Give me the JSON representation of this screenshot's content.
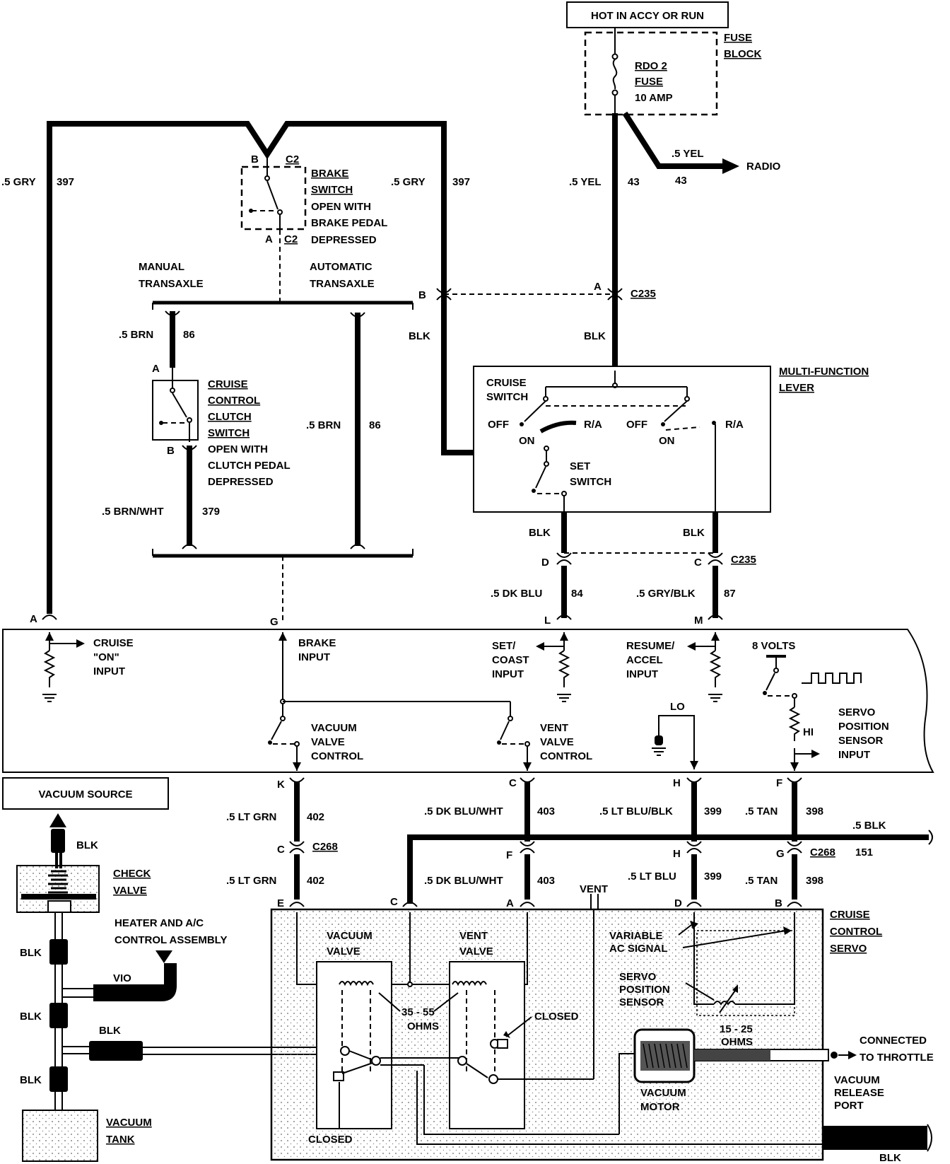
{
  "power": {
    "hot_label": "HOT IN ACCY OR RUN"
  },
  "fuse": {
    "block_line1": "FUSE",
    "block_line2": "BLOCK",
    "name_line1": "RDO 2",
    "name_line2": "FUSE",
    "rating": "10 AMP"
  },
  "radio": {
    "label": "RADIO",
    "wire_gauge": ".5 YEL",
    "circuit": "43"
  },
  "wires": {
    "gry_left": ".5 GRY",
    "gry_left_num": "397",
    "gry_mid": ".5 GRY",
    "gry_mid_num": "397",
    "yel": ".5 YEL",
    "yel_num": "43",
    "brn_left": ".5 BRN",
    "brn_left_num": "86",
    "brn_mid": ".5 BRN",
    "brn_mid_num": "86",
    "brnwht": ".5 BRN/WHT",
    "brnwht_num": "379",
    "blk_b": "BLK",
    "blk_a": "BLK",
    "blk_d": "BLK",
    "blk_c": "BLK",
    "dkblu": ".5 DK BLU",
    "dkblu_num": "84",
    "grayblk": ".5 GRY/BLK",
    "grayblk_num": "87",
    "ltgrn_top": ".5 LT GRN",
    "ltgrn_top_num": "402",
    "ltgrn_bot": ".5 LT GRN",
    "ltgrn_bot_num": "402",
    "dkbluwht_top": ".5 DK BLU/WHT",
    "dkbluwht_top_num": "403",
    "dkbluwht_bot": ".5 DK BLU/WHT",
    "dkbluwht_bot_num": "403",
    "ltblublk": ".5 LT BLU/BLK",
    "ltblublk_num": "399",
    "ltblu": ".5 LT BLU",
    "ltblu_num": "399",
    "tan_top": ".5 TAN",
    "tan_top_num": "398",
    "tan_bot": ".5 TAN",
    "tan_bot_num": "398",
    "blk_ground": ".5 BLK",
    "blk_ground_num": "151"
  },
  "brake_switch": {
    "line1": "BRAKE",
    "line2": "SWITCH",
    "line3": "OPEN WITH",
    "line4": "BRAKE PEDAL",
    "line5": "DEPRESSED",
    "pin_b": "B",
    "pin_a": "A",
    "conn_top": "C2",
    "conn_bot": "C2"
  },
  "transaxle": {
    "manual_line1": "MANUAL",
    "manual_line2": "TRANSAXLE",
    "auto_line1": "AUTOMATIC",
    "auto_line2": "TRANSAXLE"
  },
  "clutch_switch": {
    "line1": "CRUISE",
    "line2": "CONTROL",
    "line3": "CLUTCH",
    "line4": "SWITCH",
    "line5": "OPEN WITH",
    "line6": "CLUTCH PEDAL",
    "line7": "DEPRESSED",
    "pin_a": "A",
    "pin_b": "B"
  },
  "connectors": {
    "c235_top": "C235",
    "c235_bot": "C235",
    "c268_left": "C268",
    "c268_right": "C268",
    "pin_b": "B",
    "pin_a": "A",
    "pin_d": "D",
    "pin_c": "C",
    "mod_a": "A",
    "mod_g": "G",
    "mod_l": "L",
    "mod_m": "M",
    "mod_k": "K",
    "mod_c": "C",
    "mod_h": "H",
    "mod_f": "F",
    "c268_c": "C",
    "c268_f": "F",
    "c268_h": "H",
    "c268_g": "G",
    "servo_e": "E",
    "servo_c": "C",
    "servo_a": "A",
    "servo_d": "D",
    "servo_b": "B"
  },
  "mfl": {
    "title_line1": "MULTI-FUNCTION",
    "title_line2": "LEVER",
    "cruise_line1": "CRUISE",
    "cruise_line2": "SWITCH",
    "off1": "OFF",
    "ra1": "R/A",
    "on1": "ON",
    "off2": "OFF",
    "ra2": "R/A",
    "on2": "ON",
    "set_line1": "SET",
    "set_line2": "SWITCH"
  },
  "module": {
    "cruise_on_line1": "CRUISE",
    "cruise_on_line2": "\"ON\"",
    "cruise_on_line3": "INPUT",
    "brake_line1": "BRAKE",
    "brake_line2": "INPUT",
    "set_line1": "SET/",
    "set_line2": "COAST",
    "set_line3": "INPUT",
    "resume_line1": "RESUME/",
    "resume_line2": "ACCEL",
    "resume_line3": "INPUT",
    "volts": "8 VOLTS",
    "vac_line1": "VACUUM",
    "vac_line2": "VALVE",
    "vac_line3": "CONTROL",
    "vent_line1": "VENT",
    "vent_line2": "VALVE",
    "vent_line3": "CONTROL",
    "lo": "LO",
    "hi": "HI",
    "sps_line1": "SERVO",
    "sps_line2": "POSITION",
    "sps_line3": "SENSOR",
    "sps_line4": "INPUT"
  },
  "vacuum": {
    "source": "VACUUM SOURCE",
    "blk1": "BLK",
    "check_line1": "CHECK",
    "check_line2": "VALVE",
    "heater_line1": "HEATER AND A/C",
    "heater_line2": "CONTROL ASSEMBLY",
    "vio": "VIO",
    "blk2": "BLK",
    "blk3": "BLK",
    "blk4": "BLK",
    "blk5": "BLK",
    "tank_line1": "VACUUM",
    "tank_line2": "TANK"
  },
  "servo": {
    "title_line1": "CRUISE",
    "title_line2": "CONTROL",
    "title_line3": "SERVO",
    "vac_valve_line1": "VACUUM",
    "vac_valve_line2": "VALVE",
    "vent_valve_line1": "VENT",
    "vent_valve_line2": "VALVE",
    "ohms1_line1": "35 - 55",
    "ohms1_line2": "OHMS",
    "closed1": "CLOSED",
    "closed2": "CLOSED",
    "vent": "VENT",
    "acsig_line1": "VARIABLE",
    "acsig_line2": "AC SIGNAL",
    "sps_line1": "SERVO",
    "sps_line2": "POSITION",
    "sps_line3": "SENSOR",
    "ohms2_line1": "15 - 25",
    "ohms2_line2": "OHMS",
    "motor_line1": "VACUUM",
    "motor_line2": "MOTOR",
    "throttle_line1": "CONNECTED",
    "throttle_line2": "TO THROTTLE",
    "release_line1": "VACUUM",
    "release_line2": "RELEASE",
    "release_line3": "PORT",
    "blk": "BLK"
  }
}
